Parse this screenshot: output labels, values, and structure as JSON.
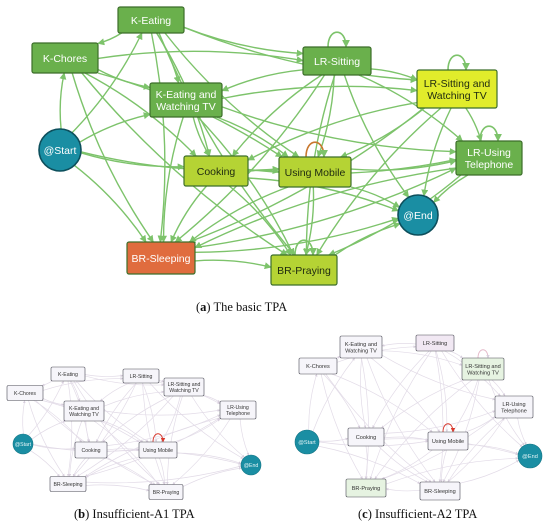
{
  "captions": {
    "a_label": "a",
    "a_text": "The basic TPA",
    "b_label": "b",
    "b_text": "Insufficient-A1 TPA",
    "c_label": "c",
    "c_text": "Insufficient-A2 TPA"
  },
  "colors": {
    "edge_main": "#7dc36b",
    "node_dark_green": "#6ab04c",
    "node_light_green": "#b5d334",
    "node_yellow": "#e1ec2b",
    "node_orange": "#e06c3e",
    "node_teal": "#1a8ea3",
    "edge_faint": "#e4dde9",
    "self_loop_red": "#d9382c"
  },
  "diagrams": [
    {
      "id": "a",
      "nodes": [
        {
          "id": "k_eating",
          "lines": [
            "K-Eating"
          ],
          "fill": "#6ab04c"
        },
        {
          "id": "k_chores",
          "lines": [
            "K-Chores"
          ],
          "fill": "#6ab04c"
        },
        {
          "id": "lr_sitting",
          "lines": [
            "LR-Sitting"
          ],
          "fill": "#6ab04c"
        },
        {
          "id": "k_eat_tv",
          "lines": [
            "K-Eating and",
            "Watching TV"
          ],
          "fill": "#6ab04c"
        },
        {
          "id": "lr_sit_tv",
          "lines": [
            "LR-Sitting and",
            "Watching TV"
          ],
          "fill": "#e1ec2b"
        },
        {
          "id": "start",
          "lines": [
            "@Start"
          ],
          "fill": "#1a8ea3",
          "shape": "circle"
        },
        {
          "id": "cooking",
          "lines": [
            "Cooking"
          ],
          "fill": "#b5d334"
        },
        {
          "id": "using_mobile",
          "lines": [
            "Using Mobile"
          ],
          "fill": "#b5d334"
        },
        {
          "id": "lr_phone",
          "lines": [
            "LR-Using",
            "Telephone"
          ],
          "fill": "#6ab04c"
        },
        {
          "id": "end",
          "lines": [
            "@End"
          ],
          "fill": "#1a8ea3",
          "shape": "circle"
        },
        {
          "id": "br_sleeping",
          "lines": [
            "BR-Sleeping"
          ],
          "fill": "#e06c3e"
        },
        {
          "id": "br_praying",
          "lines": [
            "BR-Praying"
          ],
          "fill": "#b5d334"
        }
      ]
    },
    {
      "id": "b",
      "nodes": [
        {
          "id": "k_eating",
          "lines": [
            "K-Eating"
          ],
          "fill": "#f6f5fa"
        },
        {
          "id": "k_chores",
          "lines": [
            "K-Chores"
          ],
          "fill": "#f6f5fa"
        },
        {
          "id": "lr_sitting",
          "lines": [
            "LR-Sitting"
          ],
          "fill": "#f6f5fa"
        },
        {
          "id": "k_eat_tv",
          "lines": [
            "K-Eating and",
            "Watching TV"
          ],
          "fill": "#f6f5fa"
        },
        {
          "id": "lr_sit_tv",
          "lines": [
            "LR-Sitting and",
            "Watching TV"
          ],
          "fill": "#f6f5fa"
        },
        {
          "id": "start",
          "lines": [
            "@Start"
          ],
          "fill": "#1a8ea3",
          "shape": "circle"
        },
        {
          "id": "cooking",
          "lines": [
            "Cooking"
          ],
          "fill": "#f6f5fa"
        },
        {
          "id": "using_mobile",
          "lines": [
            "Using Mobile"
          ],
          "fill": "#f6f5fa"
        },
        {
          "id": "lr_phone",
          "lines": [
            "LR-Using",
            "Telephone"
          ],
          "fill": "#f6f5fa"
        },
        {
          "id": "end",
          "lines": [
            "@End"
          ],
          "fill": "#1a8ea3",
          "shape": "circle"
        },
        {
          "id": "br_sleeping",
          "lines": [
            "BR-Sleeping"
          ],
          "fill": "#f6f5fa"
        },
        {
          "id": "br_praying",
          "lines": [
            "BR-Praying"
          ],
          "fill": "#f6f5fa"
        }
      ]
    },
    {
      "id": "c",
      "nodes": [
        {
          "id": "k_eat_tv",
          "lines": [
            "K-Eating and",
            "Watching TV"
          ],
          "fill": "#f6f5fa"
        },
        {
          "id": "lr_sitting",
          "lines": [
            "LR-Sitting"
          ],
          "fill": "#f1e8f3"
        },
        {
          "id": "k_chores",
          "lines": [
            "K-Chores"
          ],
          "fill": "#f6f5fa"
        },
        {
          "id": "lr_sit_tv",
          "lines": [
            "LR-Sitting and",
            "Watching TV"
          ],
          "fill": "#e6f3e1"
        },
        {
          "id": "lr_phone",
          "lines": [
            "LR-Using",
            "Telephone"
          ],
          "fill": "#f6f5fa"
        },
        {
          "id": "start",
          "lines": [
            "@Start"
          ],
          "fill": "#1a8ea3",
          "shape": "circle"
        },
        {
          "id": "cooking",
          "lines": [
            "Cooking"
          ],
          "fill": "#f6f5fa"
        },
        {
          "id": "using_mobile",
          "lines": [
            "Using Mobile"
          ],
          "fill": "#f6f5fa"
        },
        {
          "id": "end",
          "lines": [
            "@End"
          ],
          "fill": "#1a8ea3",
          "shape": "circle"
        },
        {
          "id": "br_praying",
          "lines": [
            "BR-Praying"
          ],
          "fill": "#e6f3e1"
        },
        {
          "id": "br_sleeping",
          "lines": [
            "BR-Sleeping"
          ],
          "fill": "#f6f5fa"
        }
      ]
    }
  ]
}
